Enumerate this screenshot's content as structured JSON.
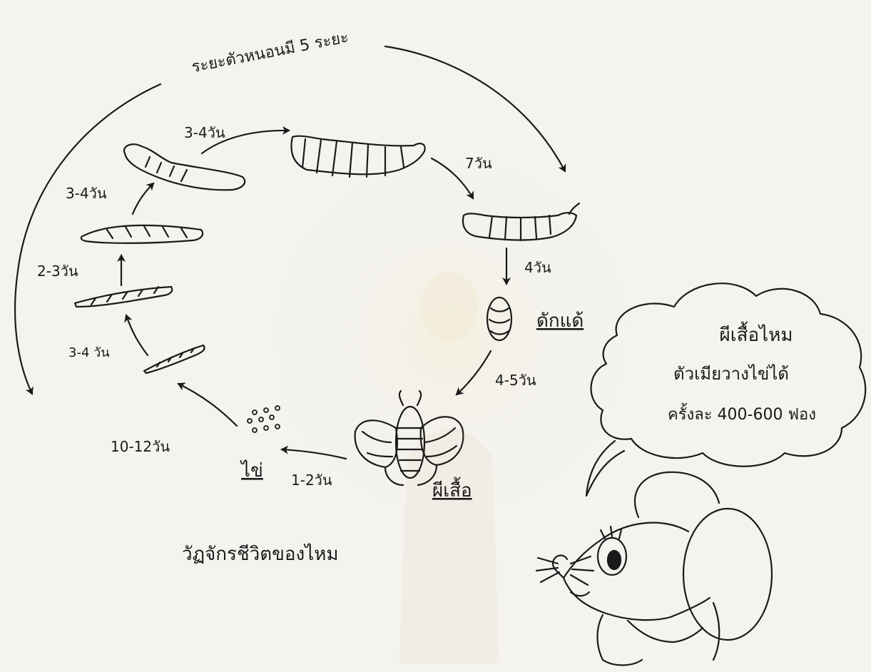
{
  "diagram": {
    "title": "วัฏจักรชีวิตของไหม",
    "outer_arc_label": "ระยะตัวหนอนมี 5 ระยะ",
    "stages": {
      "egg": "ไข่",
      "pupa": "ดักแด้",
      "moth": "ผีเสื้อ"
    },
    "durations": {
      "egg_to_larva1": "10-12วัน",
      "larva1_to_larva2": "3-4 วัน",
      "larva2_to_larva3": "2-3วัน",
      "larva3_to_larva4": "3-4วัน",
      "larva4_to_larva5": "3-4วัน",
      "larva5_to_mature": "7วัน",
      "mature_to_pupa": "4วัน",
      "pupa_to_moth": "4-5วัน",
      "moth_to_egg": "1-2วัน"
    }
  },
  "speech_bubble": {
    "line1": "ผีเสื้อไหม",
    "line2": "ตัวเมียวางไข่ได้",
    "line3": "ครั้งละ 400-600 ฟอง"
  }
}
